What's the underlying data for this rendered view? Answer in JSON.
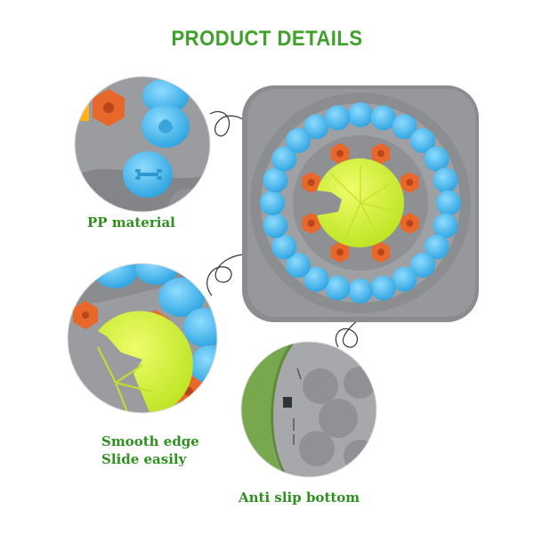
{
  "header": {
    "title": "PRODUCT DETAILS"
  },
  "features": [
    {
      "label": "PP material"
    },
    {
      "label_line1": "Smooth edge",
      "label_line2": "Slide easily"
    },
    {
      "label": "Anti slip bottom"
    }
  ],
  "colors": {
    "title_green": "#3fa12b",
    "caption_green": "#2f8f1f",
    "tray_gray": "#8e9093",
    "cap_blue": "#49b6ea",
    "knob_orange": "#e8672a",
    "disc_yellow": "#d7f03a"
  }
}
